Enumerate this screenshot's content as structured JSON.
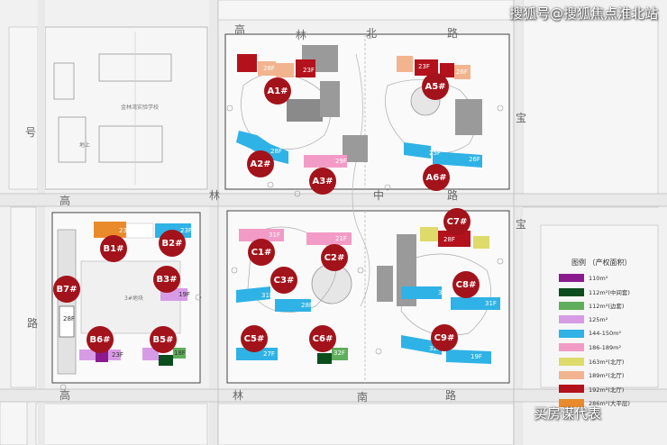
{
  "watermark_top": "搜狐号@搜狐焦点淮北站",
  "watermark_bottom": "买房谋代表",
  "roads": [
    {
      "id": "n1",
      "text": "高"
    },
    {
      "id": "n2",
      "text": "林"
    },
    {
      "id": "n3",
      "text": "北"
    },
    {
      "id": "n4",
      "text": "路"
    },
    {
      "id": "m1",
      "text": "高"
    },
    {
      "id": "m2",
      "text": "林"
    },
    {
      "id": "m3",
      "text": "中"
    },
    {
      "id": "m4",
      "text": "路"
    },
    {
      "id": "s1",
      "text": "高"
    },
    {
      "id": "s2",
      "text": "林"
    },
    {
      "id": "s3",
      "text": "南"
    },
    {
      "id": "s4",
      "text": "路"
    },
    {
      "id": "w1",
      "text": "号"
    },
    {
      "id": "w2",
      "text": "路"
    },
    {
      "id": "e1",
      "text": "宝"
    },
    {
      "id": "e2",
      "text": "宝"
    }
  ],
  "school_label": "金林湾实验学校",
  "labels": {
    "ground": "地上",
    "plaza": "3#地块"
  },
  "buildings": [
    {
      "id": "A1",
      "label": "A1#"
    },
    {
      "id": "A2",
      "label": "A2#"
    },
    {
      "id": "A3",
      "label": "A3#"
    },
    {
      "id": "A5",
      "label": "A5#"
    },
    {
      "id": "A6",
      "label": "A6#"
    },
    {
      "id": "B1",
      "label": "B1#"
    },
    {
      "id": "B2",
      "label": "B2#"
    },
    {
      "id": "B3",
      "label": "B3#"
    },
    {
      "id": "B5",
      "label": "B5#"
    },
    {
      "id": "B6",
      "label": "B6#"
    },
    {
      "id": "B7",
      "label": "B7#"
    },
    {
      "id": "C1",
      "label": "C1#"
    },
    {
      "id": "C2",
      "label": "C2#"
    },
    {
      "id": "C3",
      "label": "C3#"
    },
    {
      "id": "C5",
      "label": "C5#"
    },
    {
      "id": "C6",
      "label": "C6#"
    },
    {
      "id": "C7",
      "label": "C7#"
    },
    {
      "id": "C8",
      "label": "C8#"
    },
    {
      "id": "C9",
      "label": "C9#"
    }
  ],
  "floor_labels": [
    {
      "id": "a1a",
      "text": "28F"
    },
    {
      "id": "a1b",
      "text": "23F"
    },
    {
      "id": "a5a",
      "text": "23F"
    },
    {
      "id": "a5b",
      "text": "26F"
    },
    {
      "id": "a2",
      "text": "28F"
    },
    {
      "id": "a3",
      "text": "29F"
    },
    {
      "id": "a6a",
      "text": "25F"
    },
    {
      "id": "a6b",
      "text": "26F"
    },
    {
      "id": "b1",
      "text": "23F"
    },
    {
      "id": "b2",
      "text": "23F"
    },
    {
      "id": "b3",
      "text": "19F"
    },
    {
      "id": "b7",
      "text": "28F"
    },
    {
      "id": "b6",
      "text": "23F"
    },
    {
      "id": "b5",
      "text": "18F"
    },
    {
      "id": "c1",
      "text": "31F"
    },
    {
      "id": "c2",
      "text": "21F"
    },
    {
      "id": "c3a",
      "text": "31F"
    },
    {
      "id": "c3b",
      "text": "28F"
    },
    {
      "id": "c5",
      "text": "27F"
    },
    {
      "id": "c6",
      "text": "32F"
    },
    {
      "id": "c7",
      "text": "28F"
    },
    {
      "id": "c8a",
      "text": "31F"
    },
    {
      "id": "c8b",
      "text": "31F"
    },
    {
      "id": "c9a",
      "text": "32F"
    },
    {
      "id": "c9b",
      "text": "19F"
    }
  ],
  "legend": {
    "title": "图例 （产权面积）",
    "items": [
      {
        "label": "110m²",
        "color": "#8b1a8f"
      },
      {
        "label": "112m²(中间套)",
        "color": "#0b4d1c"
      },
      {
        "label": "112m²(边套)",
        "color": "#5fae5b"
      },
      {
        "label": "125m²",
        "color": "#d79be6"
      },
      {
        "label": "144-150m²",
        "color": "#2fb2e6"
      },
      {
        "label": "186-189m²",
        "color": "#f29bc6"
      },
      {
        "label": "163m²(北厅)",
        "color": "#dedb6a"
      },
      {
        "label": "189m²(北厅)",
        "color": "#f2b48f"
      },
      {
        "label": "192m²(北厅)",
        "color": "#b3121c"
      },
      {
        "label": "286m²(大平层)",
        "color": "#e98b2b"
      }
    ]
  }
}
